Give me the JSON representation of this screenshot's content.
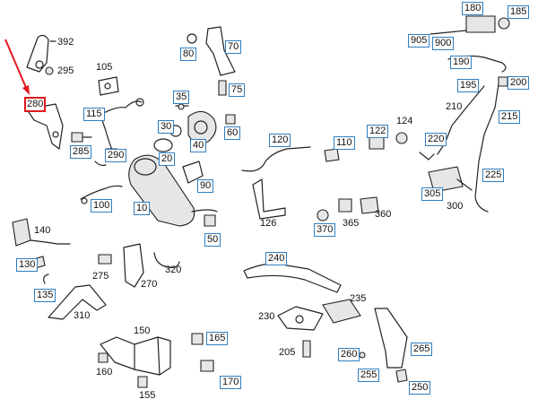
{
  "diagram": {
    "highlight_color": "#e0161b",
    "box_color": "#2f7fc1",
    "labels": [
      {
        "id": "392",
        "text": "392",
        "boxed": false
      },
      {
        "id": "295",
        "text": "295",
        "boxed": false
      },
      {
        "id": "280",
        "text": "280",
        "boxed": true,
        "highlight": true
      },
      {
        "id": "285",
        "text": "285",
        "boxed": true
      },
      {
        "id": "105",
        "text": "105",
        "boxed": false
      },
      {
        "id": "115",
        "text": "115",
        "boxed": true
      },
      {
        "id": "290",
        "text": "290",
        "boxed": true
      },
      {
        "id": "80",
        "text": "80",
        "boxed": true
      },
      {
        "id": "70",
        "text": "70",
        "boxed": true
      },
      {
        "id": "75",
        "text": "75",
        "boxed": true
      },
      {
        "id": "35",
        "text": "35",
        "boxed": true
      },
      {
        "id": "30",
        "text": "30",
        "boxed": true
      },
      {
        "id": "40",
        "text": "40",
        "boxed": true
      },
      {
        "id": "60",
        "text": "60",
        "boxed": true
      },
      {
        "id": "20",
        "text": "20",
        "boxed": true
      },
      {
        "id": "90",
        "text": "90",
        "boxed": true
      },
      {
        "id": "10",
        "text": "10",
        "boxed": true
      },
      {
        "id": "100",
        "text": "100",
        "boxed": true
      },
      {
        "id": "50",
        "text": "50",
        "boxed": true
      },
      {
        "id": "140",
        "text": "140",
        "boxed": false
      },
      {
        "id": "130",
        "text": "130",
        "boxed": true
      },
      {
        "id": "135",
        "text": "135",
        "boxed": true
      },
      {
        "id": "275",
        "text": "275",
        "boxed": false
      },
      {
        "id": "270",
        "text": "270",
        "boxed": false
      },
      {
        "id": "320",
        "text": "320",
        "boxed": false
      },
      {
        "id": "310",
        "text": "310",
        "boxed": false
      },
      {
        "id": "120",
        "text": "120",
        "boxed": true
      },
      {
        "id": "110",
        "text": "110",
        "boxed": true
      },
      {
        "id": "122",
        "text": "122",
        "boxed": true
      },
      {
        "id": "124",
        "text": "124",
        "boxed": false
      },
      {
        "id": "126",
        "text": "126",
        "boxed": false
      },
      {
        "id": "370",
        "text": "370",
        "boxed": true
      },
      {
        "id": "365",
        "text": "365",
        "boxed": false
      },
      {
        "id": "360",
        "text": "360",
        "boxed": false
      },
      {
        "id": "180",
        "text": "180",
        "boxed": true
      },
      {
        "id": "185",
        "text": "185",
        "boxed": true
      },
      {
        "id": "905",
        "text": "905",
        "boxed": true
      },
      {
        "id": "900",
        "text": "900",
        "boxed": true
      },
      {
        "id": "190",
        "text": "190",
        "boxed": true
      },
      {
        "id": "195",
        "text": "195",
        "boxed": true
      },
      {
        "id": "200",
        "text": "200",
        "boxed": true
      },
      {
        "id": "210",
        "text": "210",
        "boxed": false
      },
      {
        "id": "215",
        "text": "215",
        "boxed": true
      },
      {
        "id": "220",
        "text": "220",
        "boxed": true
      },
      {
        "id": "225",
        "text": "225",
        "boxed": true
      },
      {
        "id": "305",
        "text": "305",
        "boxed": true
      },
      {
        "id": "300",
        "text": "300",
        "boxed": false
      },
      {
        "id": "240",
        "text": "240",
        "boxed": true
      },
      {
        "id": "235",
        "text": "235",
        "boxed": false
      },
      {
        "id": "230",
        "text": "230",
        "boxed": false
      },
      {
        "id": "205",
        "text": "205",
        "boxed": false
      },
      {
        "id": "260",
        "text": "260",
        "boxed": true
      },
      {
        "id": "255",
        "text": "255",
        "boxed": true
      },
      {
        "id": "265",
        "text": "265",
        "boxed": true
      },
      {
        "id": "250",
        "text": "250",
        "boxed": true
      },
      {
        "id": "150",
        "text": "150",
        "boxed": false
      },
      {
        "id": "165",
        "text": "165",
        "boxed": true
      },
      {
        "id": "160",
        "text": "160",
        "boxed": false
      },
      {
        "id": "155",
        "text": "155",
        "boxed": false
      },
      {
        "id": "170",
        "text": "170",
        "boxed": true
      }
    ]
  }
}
